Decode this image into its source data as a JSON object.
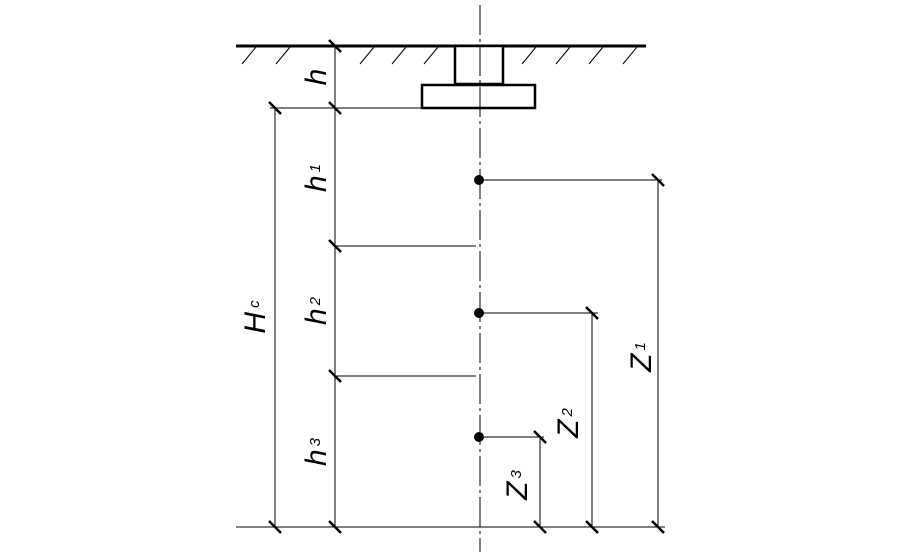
{
  "labels": {
    "h": "h",
    "h1": "h",
    "h1_sub": "1",
    "h2": "h",
    "h2_sub": "2",
    "h3": "h",
    "h3_sub": "3",
    "Hc": "H",
    "Hc_sub": "c",
    "Z1": "Z",
    "Z1_sub": "1",
    "Z2": "Z",
    "Z2_sub": "2",
    "Z3": "Z",
    "Z3_sub": "3"
  }
}
